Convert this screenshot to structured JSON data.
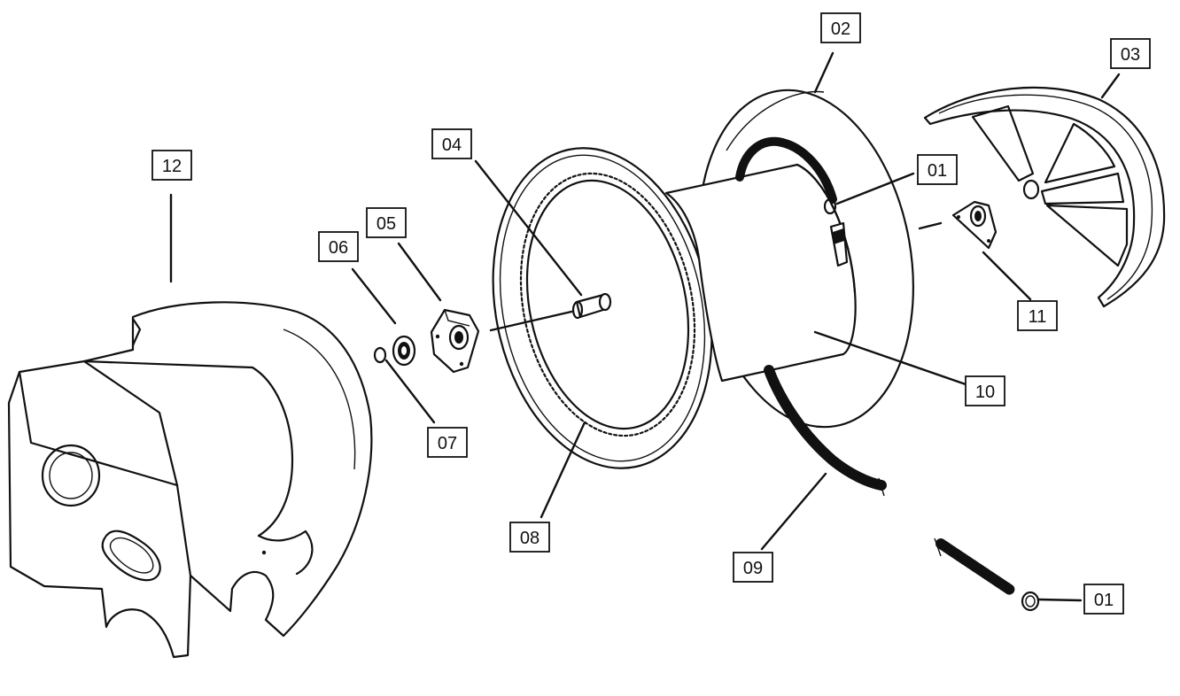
{
  "callouts": [
    {
      "id": "c01a",
      "label": "01"
    },
    {
      "id": "c02",
      "label": "02"
    },
    {
      "id": "c03",
      "label": "03"
    },
    {
      "id": "c04",
      "label": "04"
    },
    {
      "id": "c05",
      "label": "05"
    },
    {
      "id": "c06",
      "label": "06"
    },
    {
      "id": "c07",
      "label": "07"
    },
    {
      "id": "c08",
      "label": "08"
    },
    {
      "id": "c09",
      "label": "09"
    },
    {
      "id": "c10",
      "label": "10"
    },
    {
      "id": "c11",
      "label": "11"
    },
    {
      "id": "c12",
      "label": "12"
    },
    {
      "id": "c01b",
      "label": "01"
    }
  ]
}
